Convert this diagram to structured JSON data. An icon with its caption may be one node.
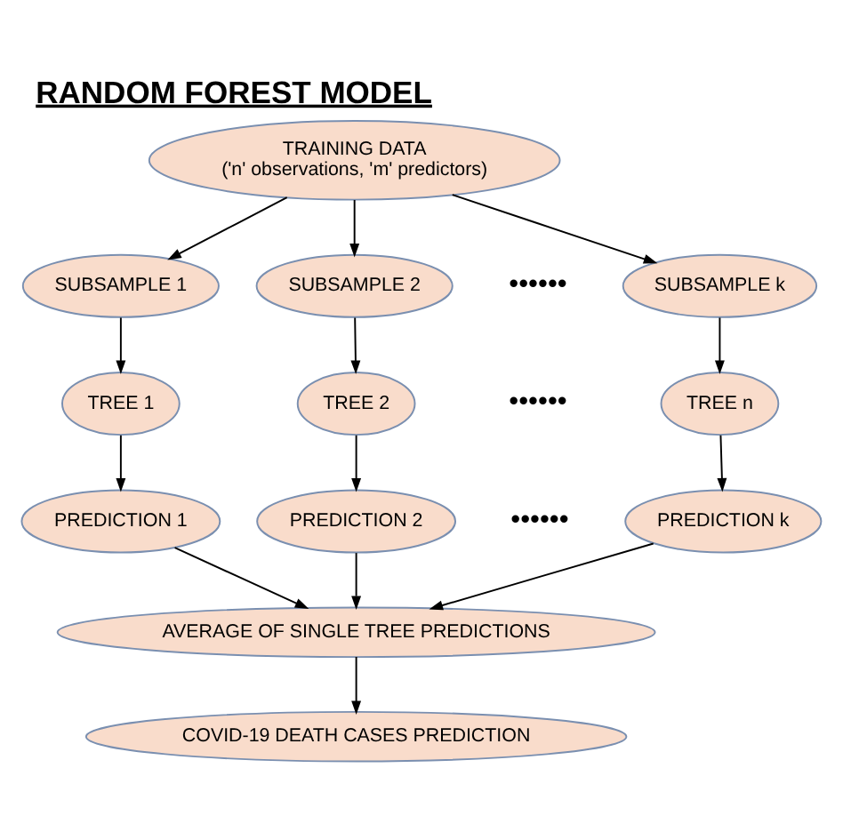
{
  "diagram": {
    "title": "RANDOM FOREST MODEL",
    "nodes": [
      {
        "text": [
          "TRAINING DATA",
          "('n' observations, 'm' predictors)"
        ]
      },
      {
        "text": [
          "SUBSAMPLE 1"
        ]
      },
      {
        "text": [
          "SUBSAMPLE 2"
        ]
      },
      {
        "text": [
          "SUBSAMPLE k"
        ]
      },
      {
        "text": [
          "TREE 1"
        ]
      },
      {
        "text": [
          "TREE 2"
        ]
      },
      {
        "text": [
          "TREE n"
        ]
      },
      {
        "text": [
          "PREDICTION 1"
        ]
      },
      {
        "text": [
          "PREDICTION 2"
        ]
      },
      {
        "text": [
          "PREDICTION k"
        ]
      },
      {
        "text": [
          "AVERAGE OF SINGLE TREE PREDICTIONS"
        ]
      },
      {
        "text": [
          "COVID-19 DEATH CASES PREDICTION"
        ]
      }
    ],
    "edges": [
      {
        "from": 0,
        "to": 1,
        "arrow": "to"
      },
      {
        "from": 0,
        "to": 2,
        "arrow": "to"
      },
      {
        "from": 0,
        "to": 3,
        "arrow": "to"
      },
      {
        "from": 1,
        "to": 4,
        "arrow": "to"
      },
      {
        "from": 2,
        "to": 5,
        "arrow": "to"
      },
      {
        "from": 3,
        "to": 6,
        "arrow": "to"
      },
      {
        "from": 4,
        "to": 7,
        "arrow": "to"
      },
      {
        "from": 5,
        "to": 8,
        "arrow": "to"
      },
      {
        "from": 6,
        "to": 9,
        "arrow": "to"
      },
      {
        "from": 7,
        "to": 10,
        "arrow": "to"
      },
      {
        "from": 8,
        "to": 10,
        "arrow": "to"
      },
      {
        "from": 9,
        "to": 10,
        "arrow": "to"
      },
      {
        "from": 10,
        "to": 11,
        "arrow": "to"
      }
    ],
    "labels": [
      "••••••",
      "••••••",
      "••••••"
    ]
  }
}
